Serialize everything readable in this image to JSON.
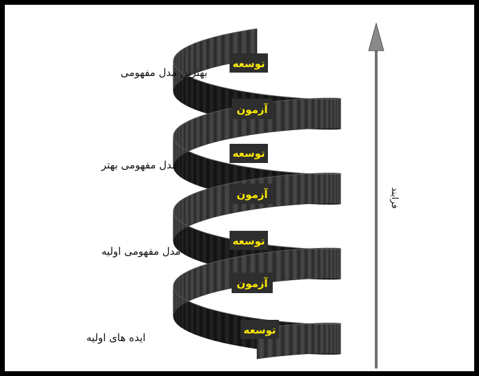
{
  "stages": [
    {
      "label": "بهترین مدل مفهومی"
    },
    {
      "label": "مدل مفهومی بهتر"
    },
    {
      "label": "مدل مفهومی اولیه"
    },
    {
      "label": "ایده های اولیه"
    }
  ],
  "segments": [
    {
      "label": "توسعه"
    },
    {
      "label": "آزمون"
    },
    {
      "label": "توسعه"
    },
    {
      "label": "آزمون"
    },
    {
      "label": "توسعه"
    },
    {
      "label": "آزمون"
    },
    {
      "label": "توسعه"
    }
  ],
  "axis": {
    "label": "فرایند"
  },
  "colors": {
    "border": "#000000",
    "spiral_front": "#3a3a3a",
    "spiral_back": "#1c1c1c",
    "label_box": "#2e2e2e",
    "label_text": "#ffeb00",
    "arrow": "#8a8a8a"
  }
}
